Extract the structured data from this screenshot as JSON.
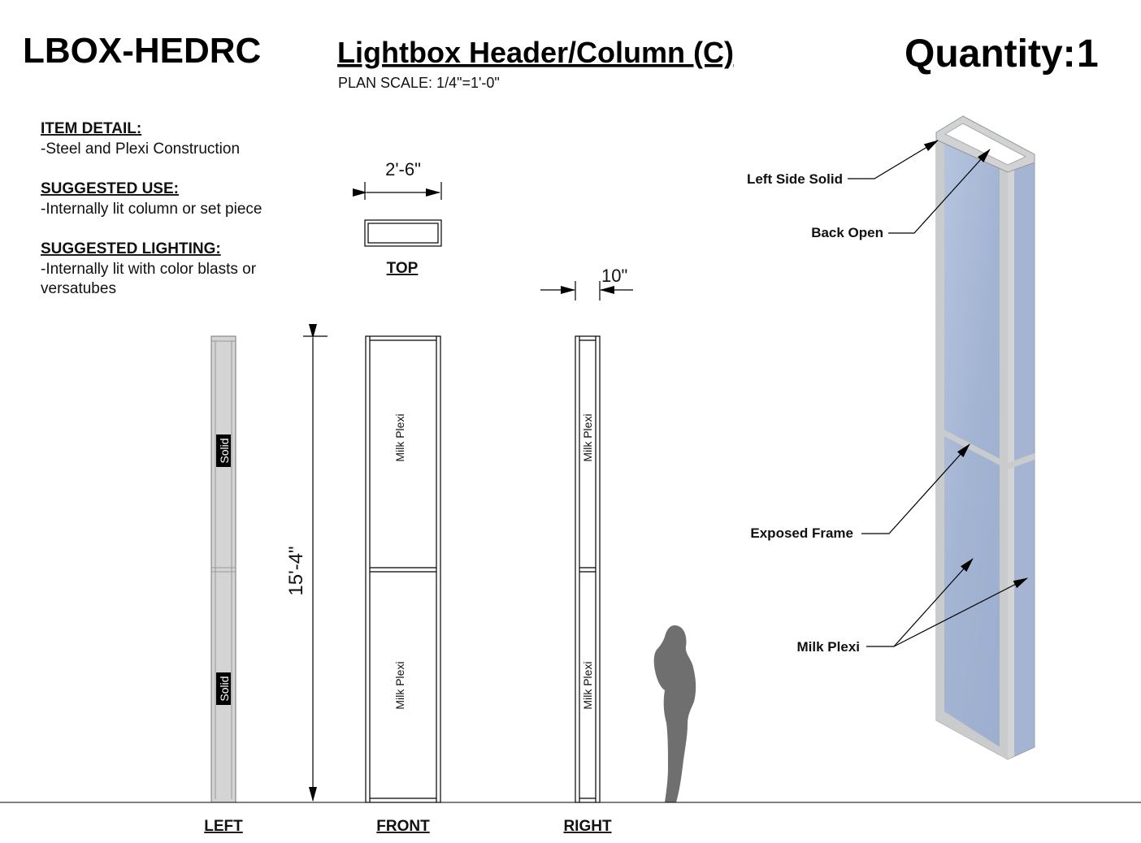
{
  "header": {
    "code": "LBOX-HEDRC",
    "title": "Lightbox Header/Column (C)",
    "plan_scale": "PLAN SCALE: 1/4\"=1'-0\"",
    "quantity_label": "Quantity:",
    "quantity_value": "1"
  },
  "details": {
    "item_detail_heading": "ITEM DETAIL:",
    "item_detail_text": "-Steel and Plexi Construction",
    "suggested_use_heading": "SUGGESTED USE:",
    "suggested_use_text": "-Internally lit column or set piece",
    "suggested_lighting_heading": "SUGGESTED LIGHTING:",
    "suggested_lighting_line1": "-Internally lit with color blasts or",
    "suggested_lighting_line2": "versatubes"
  },
  "drawing": {
    "top_width": "2'-6\"",
    "top_label": "TOP",
    "depth": "10\"",
    "height": "15'-4\"",
    "solid_label": "Solid",
    "milk_plexi_label": "Milk Plexi",
    "view_left": "LEFT",
    "view_front": "FRONT",
    "view_right": "RIGHT"
  },
  "callouts": {
    "left_side_solid": "Left Side Solid",
    "back_open": "Back Open",
    "exposed_frame": "Exposed Frame",
    "milk_plexi": "Milk Plexi"
  },
  "colors": {
    "plexi_blue": "#a9b9d6",
    "frame_gray": "#c9cbcc",
    "solid_gray": "#d4d4d4"
  }
}
